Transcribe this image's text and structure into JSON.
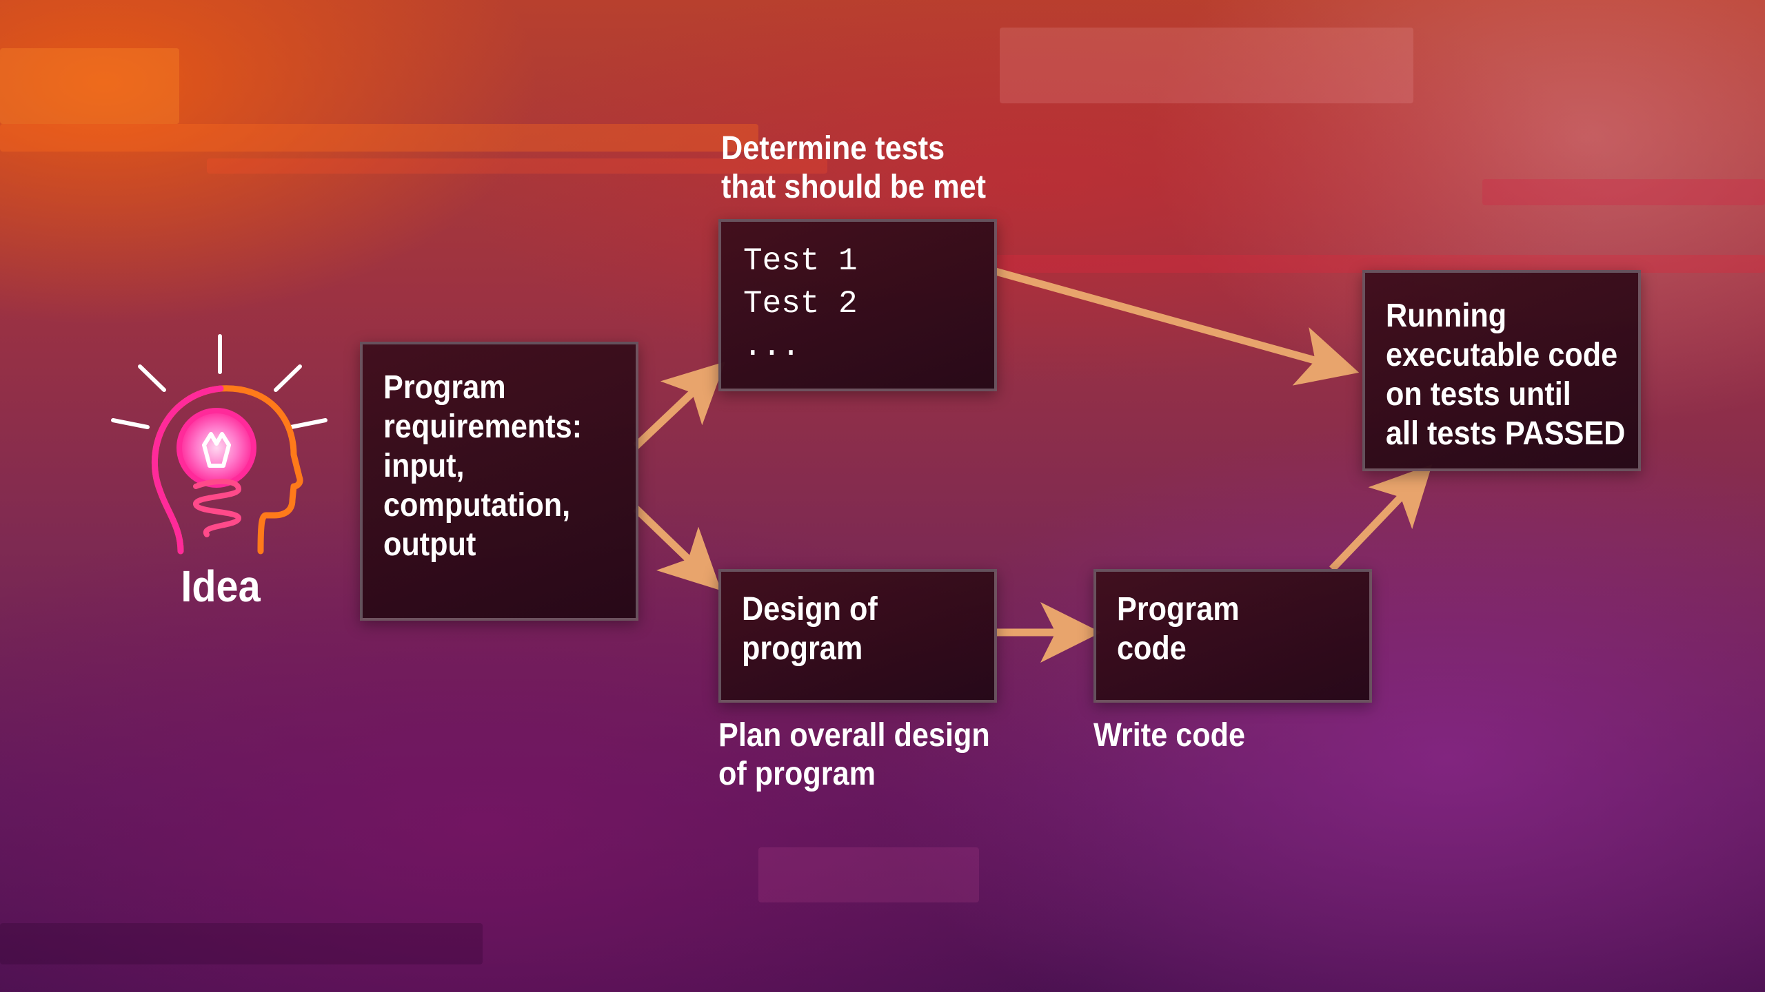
{
  "idea": {
    "label": "Idea",
    "icon": "lightbulb-head-icon"
  },
  "boxes": {
    "requirements": {
      "lines": [
        "Program",
        "requirements:",
        "input,",
        "computation,",
        "output"
      ]
    },
    "tests": {
      "lines": [
        "Test 1",
        "Test 2",
        "..."
      ]
    },
    "design": {
      "lines": [
        "Design of",
        "program"
      ]
    },
    "code": {
      "lines": [
        "Program",
        "code"
      ]
    },
    "running": {
      "lines": [
        "Running",
        "executable code",
        "on tests until",
        "all tests PASSED"
      ]
    }
  },
  "captions": {
    "tests": [
      "Determine tests",
      "that should be met"
    ],
    "design": [
      "Plan overall design",
      "of program"
    ],
    "code": [
      "Write code"
    ]
  },
  "colors": {
    "arrow": "#e8a46c",
    "box_fill": "#2e0a1a",
    "text": "#ffffff",
    "icon_pink": "#ff2a9a",
    "icon_orange": "#ff7a1a"
  }
}
